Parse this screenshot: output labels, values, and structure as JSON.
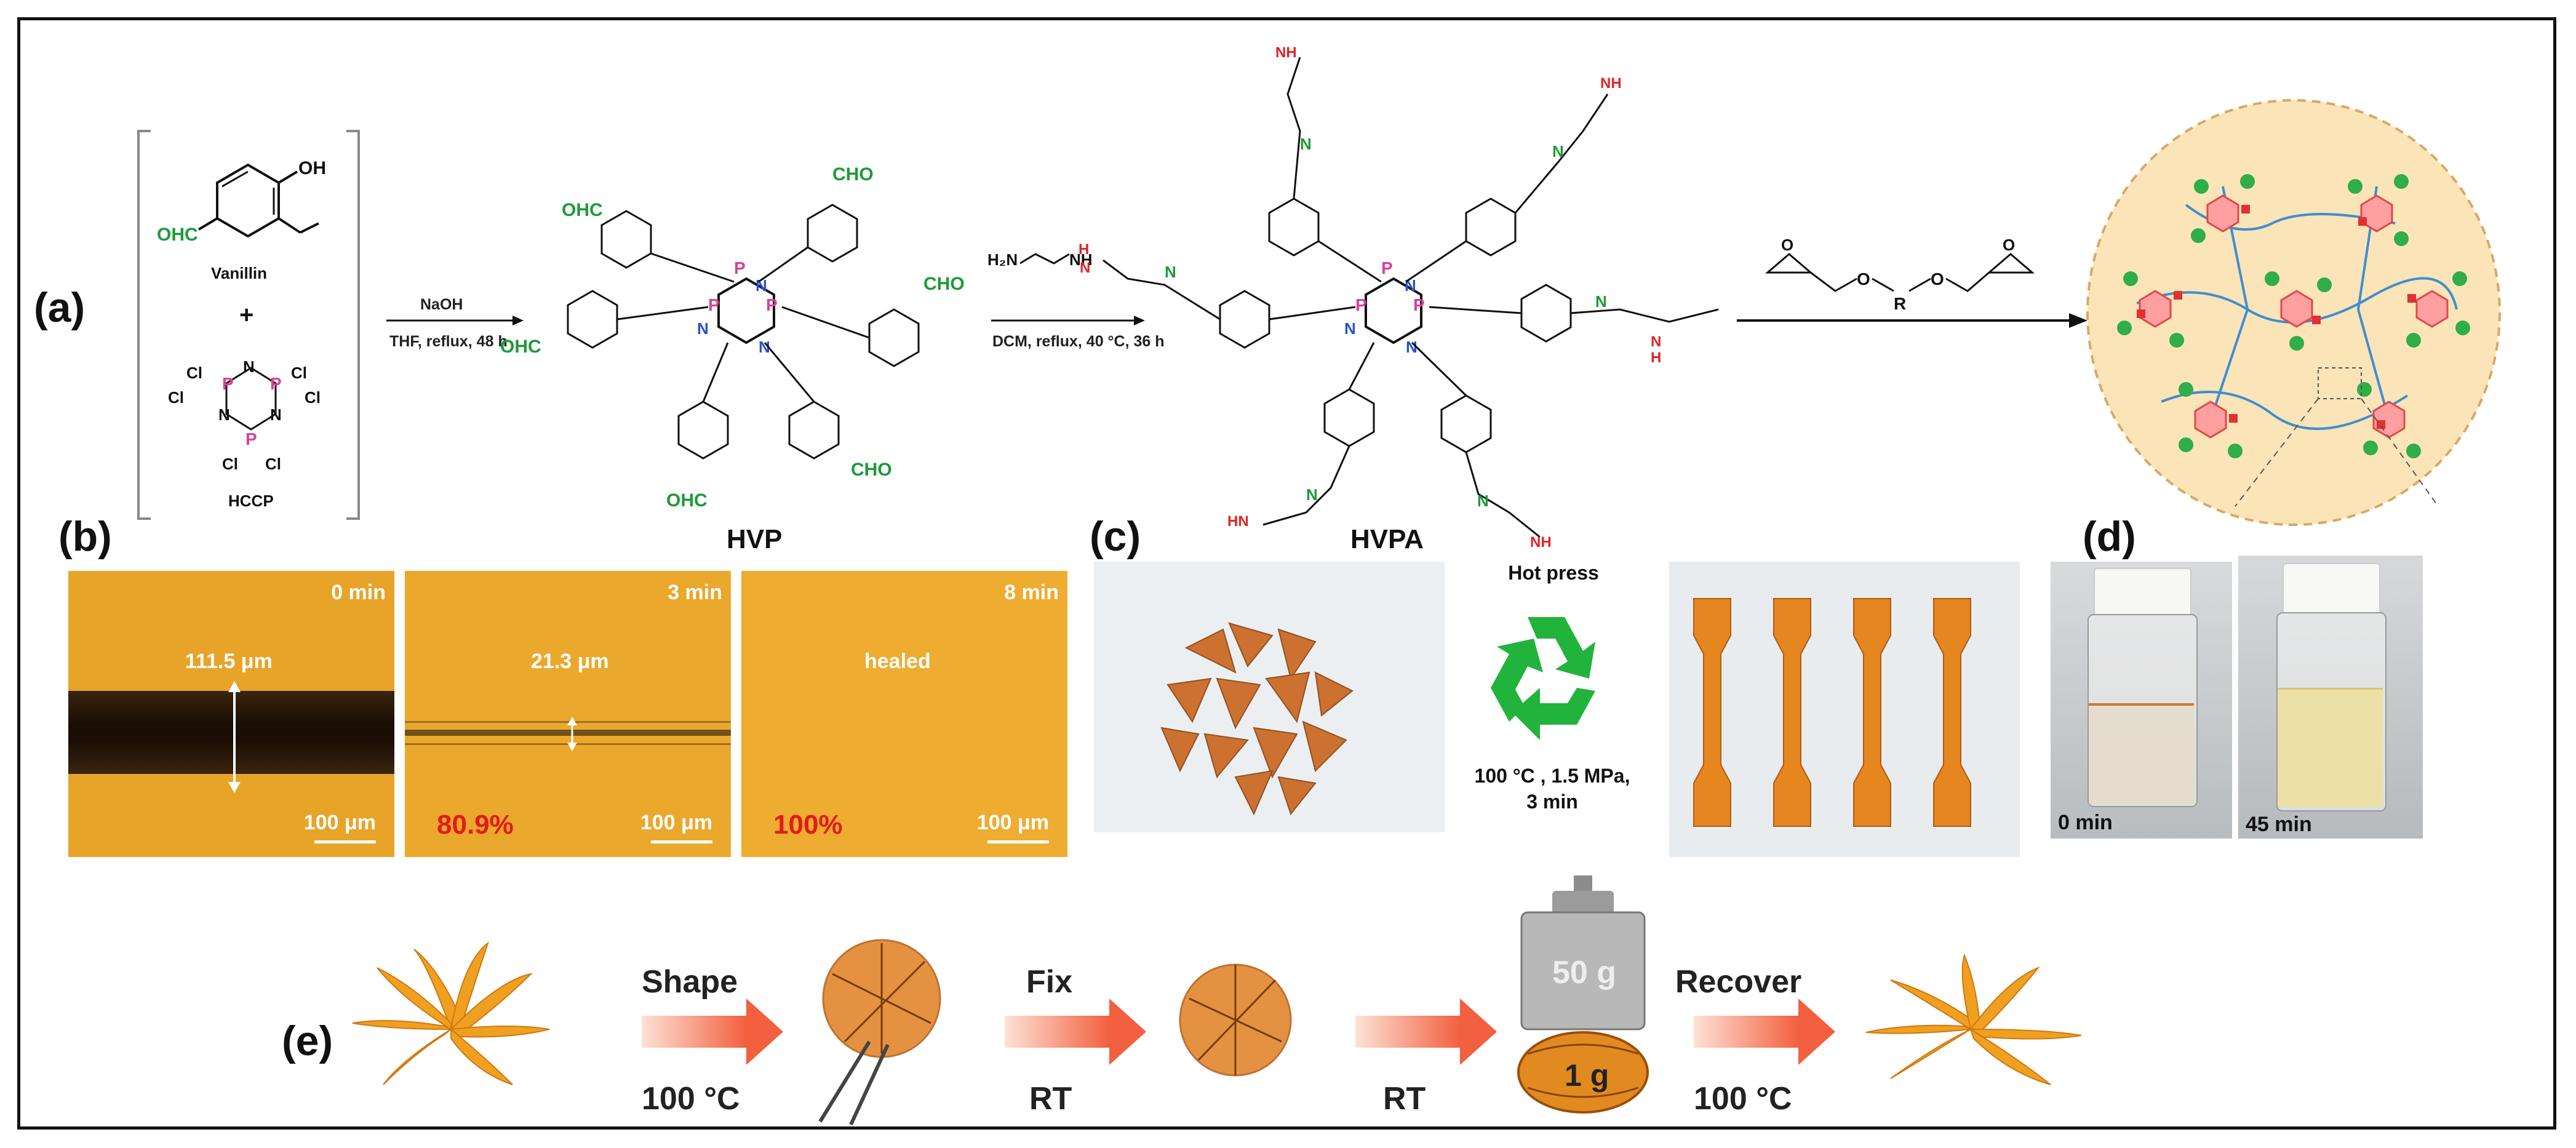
{
  "panels": {
    "a": "(a)",
    "b": "(b)",
    "c": "(c)",
    "d": "(d)",
    "e": "(e)"
  },
  "chem": {
    "vanillin_label": "Vanillin",
    "plus": "+",
    "hccp_label": "HCCP",
    "hvp_label": "HVP",
    "hvpa_label": "HVPA",
    "oh": "OH",
    "ohc": "OHC",
    "cho": "CHO",
    "cl": "Cl",
    "n": "N",
    "p": "P",
    "o": "O",
    "nh": "NH",
    "h": "H",
    "h2n": "H₂N",
    "r": "R"
  },
  "conditions": {
    "step1_reagent": "NaOH",
    "step1_cond": "THF, reflux, 48 h",
    "step2_cond": "DCM, reflux, 40 °C, 36 h"
  },
  "panel_b": {
    "frames": [
      {
        "time": "0 min",
        "width": "111.5 μm",
        "scale": "100 μm",
        "percent": ""
      },
      {
        "time": "3 min",
        "width": "21.3 μm",
        "scale": "100 μm",
        "percent": "80.9%"
      },
      {
        "time": "8 min",
        "width": "healed",
        "scale": "100 μm",
        "percent": "100%"
      }
    ]
  },
  "panel_c": {
    "process": "Hot press",
    "conditions_line1": "100 °C ,  1.5 MPa,",
    "conditions_line2": "3 min"
  },
  "panel_d": {
    "times": [
      "0 min",
      "45 min"
    ]
  },
  "panel_e": {
    "steps": [
      {
        "top": "Shape",
        "bottom": "100 °C"
      },
      {
        "top": "Fix",
        "bottom": "RT"
      },
      {
        "top": "",
        "bottom": "RT"
      },
      {
        "top": "Recover",
        "bottom": "100 °C"
      }
    ],
    "weight_top": "50 g",
    "weight_bottom": "1 g"
  },
  "colors": {
    "microscope_bg": "#e8a428",
    "crack": "#2a1a0a",
    "arrow_red": "#f2603f",
    "recycle_green": "#21b33b",
    "polymer_orange": "#e5861f"
  }
}
